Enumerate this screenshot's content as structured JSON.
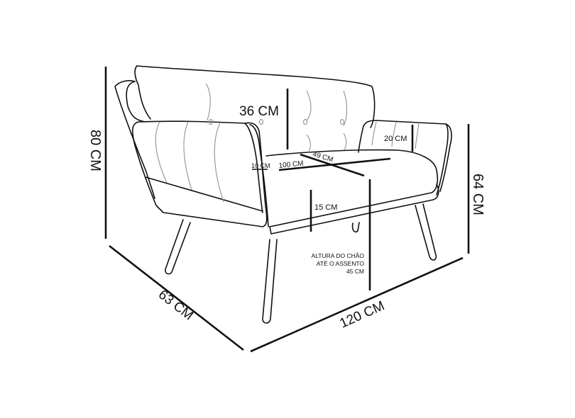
{
  "diagram": {
    "subject": "Sofa dimensions line drawing",
    "colors": {
      "outline": "#111111",
      "seam": "#9a9a9a",
      "background": "#ffffff"
    },
    "labels": {
      "total_height": "80 CM",
      "backrest_height": "36 CM",
      "armrest_height": "20 CM",
      "arm_width": "10 CM",
      "seat_width": "100 CM",
      "seat_depth": "49 CM",
      "seat_thickness": "15 CM",
      "arm_height": "64 CM",
      "floor_to_seat_line1": "ALTURA DO CHÃO",
      "floor_to_seat_line2": "ATÉ O ASSENTO",
      "floor_to_seat_line3": "45 CM",
      "depth": "63 CM",
      "width": "120 CM"
    }
  }
}
